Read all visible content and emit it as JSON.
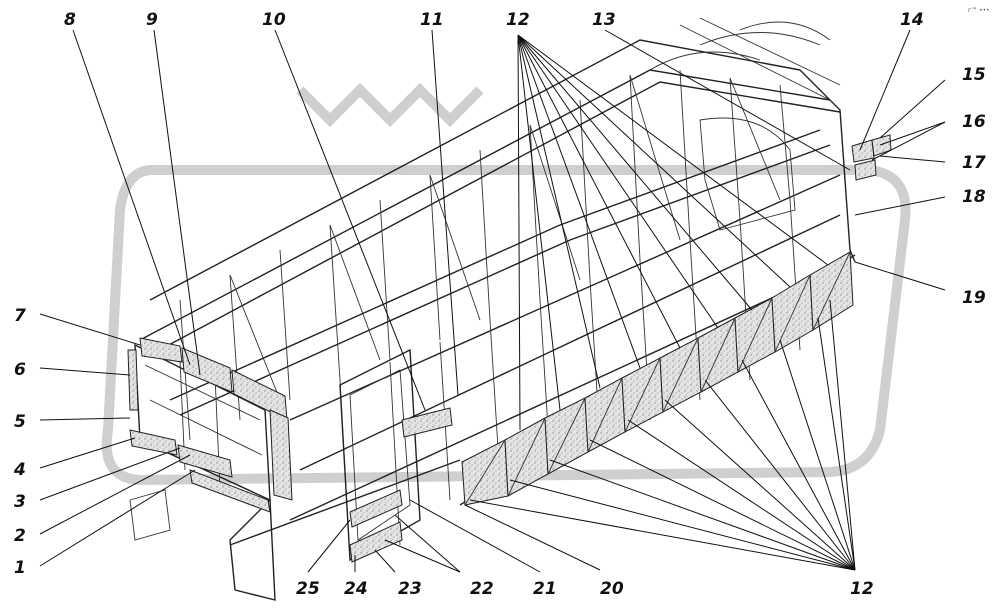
{
  "diagram": {
    "callouts": [
      "1",
      "2",
      "3",
      "4",
      "5",
      "6",
      "7",
      "8",
      "9",
      "10",
      "11",
      "12",
      "13",
      "14",
      "15",
      "16",
      "17",
      "18",
      "19",
      "20",
      "21",
      "22",
      "23",
      "24",
      "25"
    ],
    "corner_mark": "г™ •••"
  }
}
